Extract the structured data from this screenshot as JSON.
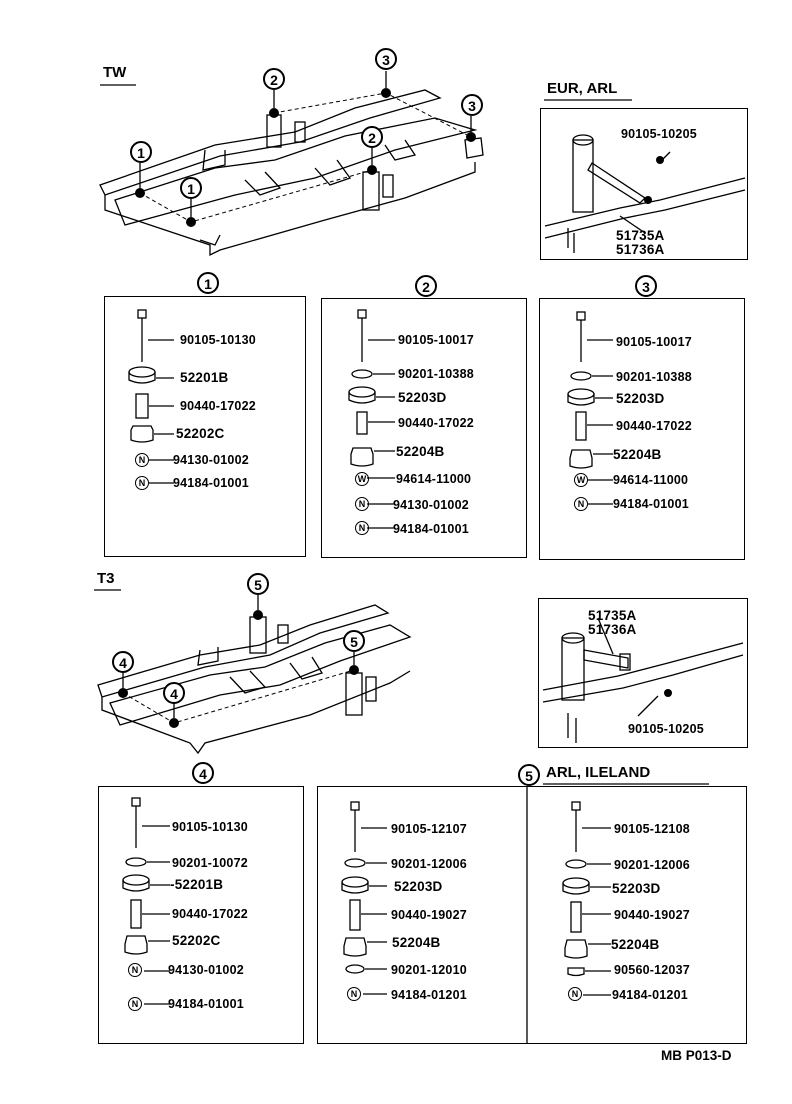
{
  "sections": {
    "tw": "TW",
    "t3": "T3",
    "eur_arl": "EUR, ARL",
    "arl_ileland": "ARL, ILELAND"
  },
  "callouts": {
    "c1": "1",
    "c2": "2",
    "c3": "3",
    "c4": "4",
    "c5": "5"
  },
  "inset_top": {
    "bolt": "90105-10205",
    "bracket_a": "51735A",
    "bracket_b": "51736A"
  },
  "inset_bottom": {
    "bracket_a": "51735A",
    "bracket_b": "51736A",
    "bolt": "90105-10205"
  },
  "box1": {
    "bolt": "90105-10130",
    "cushion_upper": "52201B",
    "collar": "90440-17022",
    "cushion_lower": "52202C",
    "nut_a": "94130-01002",
    "nut_b": "94184-01001",
    "n_sym": "N"
  },
  "box2": {
    "bolt": "90105-10017",
    "washer": "90201-10388",
    "cushion_upper": "52203D",
    "collar": "90440-17022",
    "cushion_lower": "52204B",
    "washer_w": "94614-11000",
    "nut_a": "94130-01002",
    "nut_b": "94184-01001",
    "w_sym": "W",
    "n_sym": "N"
  },
  "box3": {
    "bolt": "90105-10017",
    "washer": "90201-10388",
    "cushion_upper": "52203D",
    "collar": "90440-17022",
    "cushion_lower": "52204B",
    "washer_w": "94614-11000",
    "nut_b": "94184-01001",
    "w_sym": "W",
    "n_sym": "N"
  },
  "box4": {
    "bolt": "90105-10130",
    "washer": "90201-10072",
    "cushion_upper": "-52201B",
    "collar": "90440-17022",
    "cushion_lower": "52202C",
    "nut_a": "94130-01002",
    "nut_b": "94184-01001",
    "n_sym": "N"
  },
  "box5a": {
    "bolt": "90105-12107",
    "washer": "90201-12006",
    "cushion_upper": "52203D",
    "collar": "90440-19027",
    "cushion_lower": "52204B",
    "washer2": "90201-12010",
    "nut_b": "94184-01201",
    "n_sym": "N"
  },
  "box5b": {
    "bolt": "90105-12108",
    "washer": "90201-12006",
    "cushion_upper": "52203D",
    "collar": "90440-19027",
    "cushion_lower": "52204B",
    "washer2": "90560-12037",
    "nut_b": "94184-01201",
    "n_sym": "N"
  },
  "footer": "MB P013-D"
}
